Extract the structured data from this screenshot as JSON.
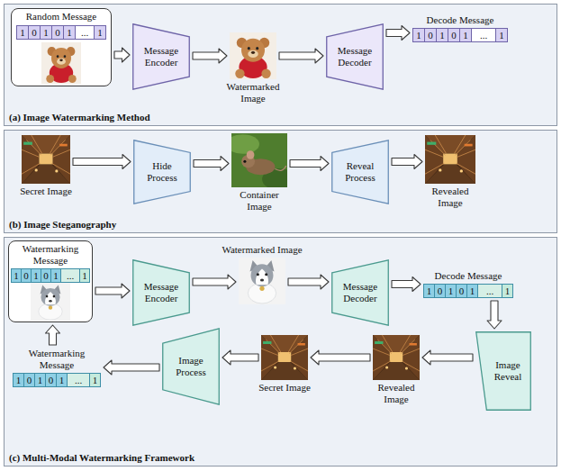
{
  "diagram": {
    "nodes": [
      {
        "text": [
          "(a) Image Watermarking Method"
        ]
      },
      {
        "text": [
          "Random Message"
        ],
        "in": 0
      },
      {
        "text": [
          "1",
          "0",
          "1",
          "0",
          "1",
          "...",
          "1"
        ],
        "in": 1
      },
      {
        "text": [
          "Message Encoder"
        ],
        "in": 0
      },
      {
        "text": [
          "Watermarked Image"
        ],
        "in": 0
      },
      {
        "text": [
          "Message Decoder"
        ],
        "in": 0
      },
      {
        "text": [
          "Decode Message",
          "1",
          "0",
          "1",
          "0",
          "1",
          "...",
          "1"
        ],
        "in": 0
      },
      {
        "text": [
          "(b) Image Steganography"
        ]
      },
      {
        "text": [
          "Secret Image"
        ],
        "in": 7
      },
      {
        "text": [
          "Hide Process"
        ],
        "in": 7
      },
      {
        "text": [
          "Container Image"
        ],
        "in": 7
      },
      {
        "text": [
          "Reveal Process"
        ],
        "in": 7
      },
      {
        "text": [
          "Revealed Image"
        ],
        "in": 7
      },
      {
        "text": [
          "(c) Multi-Modal Watermarking Framework"
        ]
      },
      {
        "text": [
          "Watermarking Message"
        ],
        "in": 13
      },
      {
        "text": [
          "1",
          "0",
          "1",
          "0",
          "1",
          "...",
          "1"
        ],
        "in": 14
      },
      {
        "text": [
          "Message Encoder"
        ],
        "in": 13
      },
      {
        "text": [
          "Watermarked Image"
        ],
        "in": 13
      },
      {
        "text": [
          "Message Decoder"
        ],
        "in": 13
      },
      {
        "text": [
          "Decode Message",
          "1",
          "0",
          "1",
          "0",
          "1",
          "...",
          "1"
        ],
        "in": 13
      },
      {
        "text": [
          "Image Reveal"
        ],
        "in": 13
      },
      {
        "text": [
          "Revealed Image"
        ],
        "in": 13
      },
      {
        "text": [
          "Secret Image"
        ],
        "in": 13
      },
      {
        "text": [
          "Image Process"
        ],
        "in": 13
      },
      {
        "text": [
          "Watermarking Message",
          "1",
          "0",
          "1",
          "0",
          "1",
          "...",
          "1"
        ],
        "in": 13
      }
    ],
    "edges": [
      {
        "from": 1,
        "to": 3,
        "arrow": "to"
      },
      {
        "from": 3,
        "to": 4,
        "arrow": "to"
      },
      {
        "from": 4,
        "to": 5,
        "arrow": "to"
      },
      {
        "from": 5,
        "to": 6,
        "arrow": "to"
      },
      {
        "from": 8,
        "to": 9,
        "arrow": "to"
      },
      {
        "from": 9,
        "to": 10,
        "arrow": "to"
      },
      {
        "from": 10,
        "to": 11,
        "arrow": "to"
      },
      {
        "from": 11,
        "to": 12,
        "arrow": "to"
      },
      {
        "from": 14,
        "to": 16,
        "arrow": "to"
      },
      {
        "from": 16,
        "to": 17,
        "arrow": "to"
      },
      {
        "from": 17,
        "to": 18,
        "arrow": "to"
      },
      {
        "from": 18,
        "to": 19,
        "arrow": "to"
      },
      {
        "from": 19,
        "to": 20,
        "arrow": "to"
      },
      {
        "from": 20,
        "to": 21,
        "arrow": "to"
      },
      {
        "from": 21,
        "to": 22,
        "arrow": "to"
      },
      {
        "from": 22,
        "to": 23,
        "arrow": "to"
      },
      {
        "from": 23,
        "to": 24,
        "arrow": "to"
      },
      {
        "from": 24,
        "to": 14,
        "arrow": "to"
      }
    ]
  }
}
